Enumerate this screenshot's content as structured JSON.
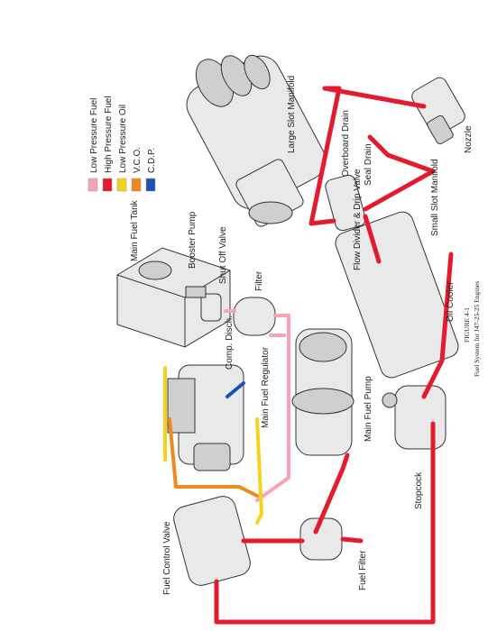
{
  "legend": [
    {
      "label": "Low Pressure Fuel",
      "color": "#f4a6b4"
    },
    {
      "label": "High Pressure Fuel",
      "color": "#e31b2c"
    },
    {
      "label": "Low Pressure Oil",
      "color": "#f5d21b"
    },
    {
      "label": "V.C.O.",
      "color": "#f08a1c"
    },
    {
      "label": "C.D.P.",
      "color": "#1c53b0"
    }
  ],
  "labels": {
    "main_fuel_tank": "Main Fuel Tank",
    "booster_pump": "Booster Pump",
    "shut_off_valve": "Shut Off Valve",
    "filter": "Filter",
    "comp_disch": "Comp. Disch.",
    "main_fuel_regulator": "Main Fuel Regulator",
    "main_fuel_pump": "Main Fuel Pump",
    "oil_cooler": "Oil Cooler",
    "flow_divider": "Flow Divider & Drip Valve",
    "small_slot_manifold": "Small Slot Manifold",
    "large_slot_manifold": "Large Slot Manifold",
    "overboard_drain": "Overboard Drain",
    "seal_drain": "Seal Drain",
    "nozzle": "Nozzle",
    "fuel_control_valve": "Fuel Control Valve",
    "fuel_filter": "Fuel Filter",
    "stopcock": "Stopcock"
  },
  "caption": {
    "figure": "FIGURE 4-1",
    "title": "Fuel System for J47-25-25 Engines"
  },
  "icons": [
    "tank",
    "pump",
    "valve",
    "filter",
    "regulator",
    "manifold",
    "nozzle",
    "engine"
  ]
}
